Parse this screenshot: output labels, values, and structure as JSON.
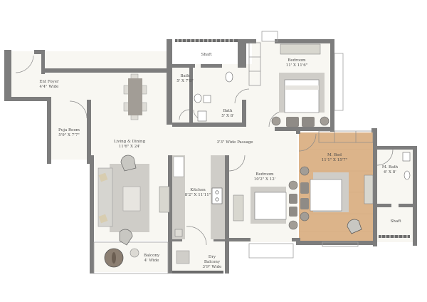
{
  "plan": {
    "title": "Apartment Floor Plan",
    "colors": {
      "wall": "#7d7d7d",
      "wall_dark": "#6b6b6b",
      "floor": "#f8f7f2",
      "master_floor": "#dcb48a",
      "furniture": "#c9c8c4",
      "furniture_dark": "#a29d96",
      "sofa_accent": "#d8cdb0"
    },
    "rooms": [
      {
        "id": "ent-foyer",
        "name": "Ent Foyer",
        "size": "4'4\" Wide"
      },
      {
        "id": "puja-room",
        "name": "Puja Room",
        "size": "5'9\" X 7'7\""
      },
      {
        "id": "living-dining",
        "name": "Living & Dining",
        "size": "11'6\" X 24'"
      },
      {
        "id": "passage",
        "name": "3'3\" Wide Passage",
        "size": ""
      },
      {
        "id": "shaft-top",
        "name": "Shaft",
        "size": ""
      },
      {
        "id": "bath-1",
        "name": "Bath",
        "size": "5' X 7'8\""
      },
      {
        "id": "bath-2",
        "name": "Bath",
        "size": "5' X 8'"
      },
      {
        "id": "bedroom-1",
        "name": "Bedroom",
        "size": "11' X 11'6\""
      },
      {
        "id": "kitchen",
        "name": "Kitchen",
        "size": "8'2\" X 11'11\""
      },
      {
        "id": "bedroom-2",
        "name": "Bedroom",
        "size": "10'2\" X 12'"
      },
      {
        "id": "m-bed",
        "name": "M. Bed",
        "size": "11'1\" X 15'7\""
      },
      {
        "id": "m-bath",
        "name": "M. Bath",
        "size": "6' X 8'"
      },
      {
        "id": "shaft-right",
        "name": "Shaft",
        "size": ""
      },
      {
        "id": "balcony",
        "name": "Balcony",
        "size": "4' Wide"
      },
      {
        "id": "dry-balcony",
        "name": "Dry",
        "size": "Balcony",
        "size2": "3'9\" Wide"
      }
    ]
  }
}
